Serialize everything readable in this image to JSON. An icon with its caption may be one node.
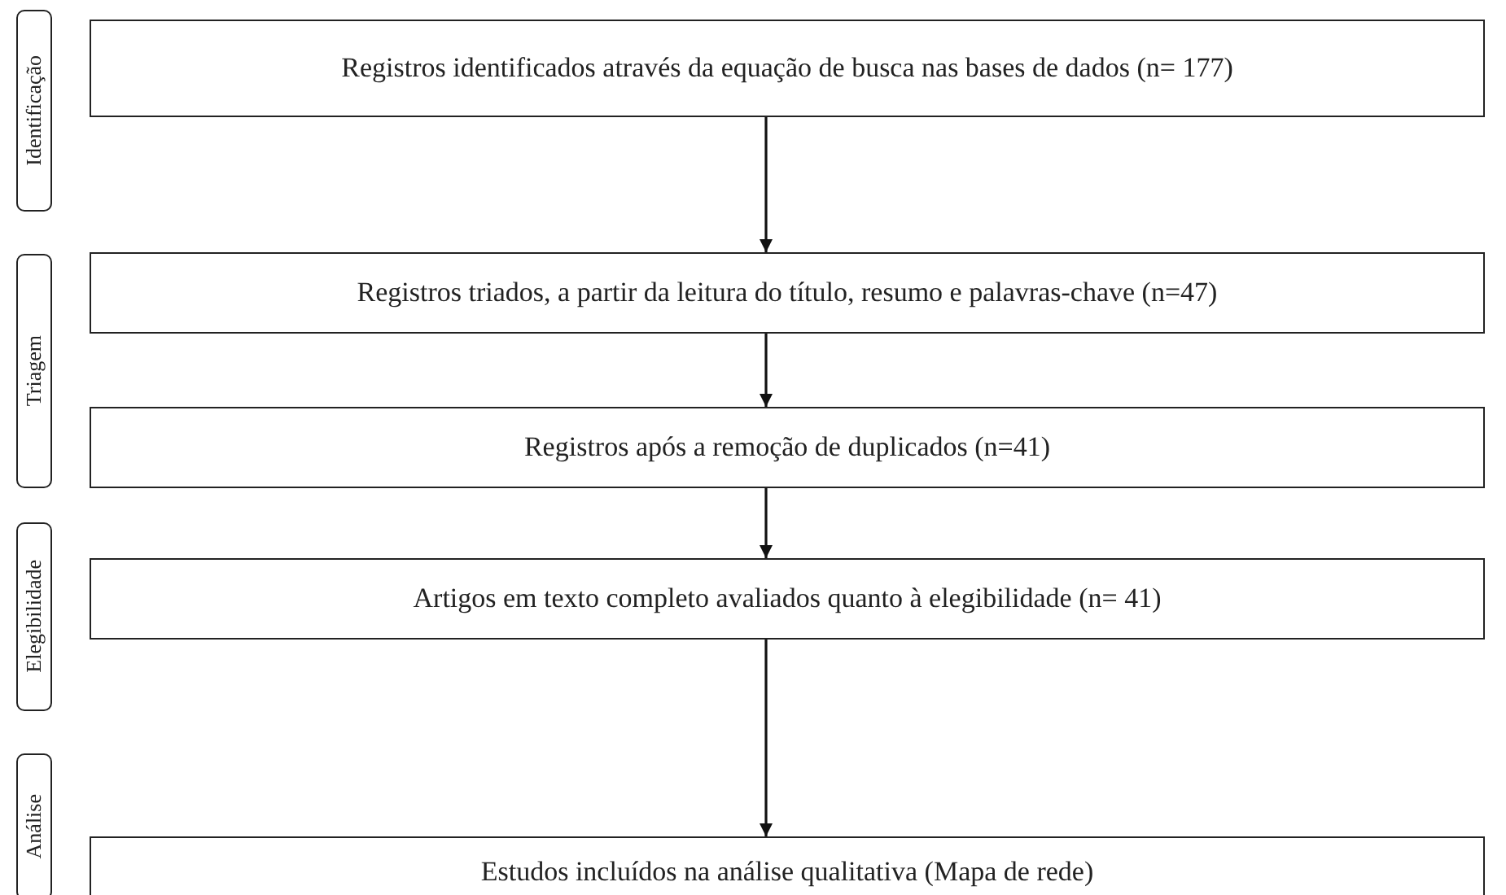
{
  "diagram": {
    "nodes": [
      {
        "text": [
          "Identificação"
        ]
      },
      {
        "text": [
          "Triagem"
        ]
      },
      {
        "text": [
          "Elegibilidade"
        ]
      },
      {
        "text": [
          "Análise"
        ]
      },
      {
        "text": [
          "Registros identificados através da equação de busca nas bases de dados (n= 177)"
        ]
      },
      {
        "text": [
          "Registros triados, a partir da leitura do título, resumo e palavras-chave (n=47)"
        ]
      },
      {
        "text": [
          "Registros após a remoção de duplicados (n=41)"
        ]
      },
      {
        "text": [
          "Artigos em texto completo avaliados quanto à elegibilidade (n= 41)"
        ]
      },
      {
        "text": [
          "Estudos incluídos na análise qualitativa  (Mapa de rede)"
        ]
      }
    ],
    "edges": [
      {
        "from": 4,
        "to": 5,
        "arrow": "to"
      },
      {
        "from": 5,
        "to": 6,
        "arrow": "to"
      },
      {
        "from": 6,
        "to": 7,
        "arrow": "to"
      },
      {
        "from": 7,
        "to": 8,
        "arrow": "to"
      }
    ]
  }
}
